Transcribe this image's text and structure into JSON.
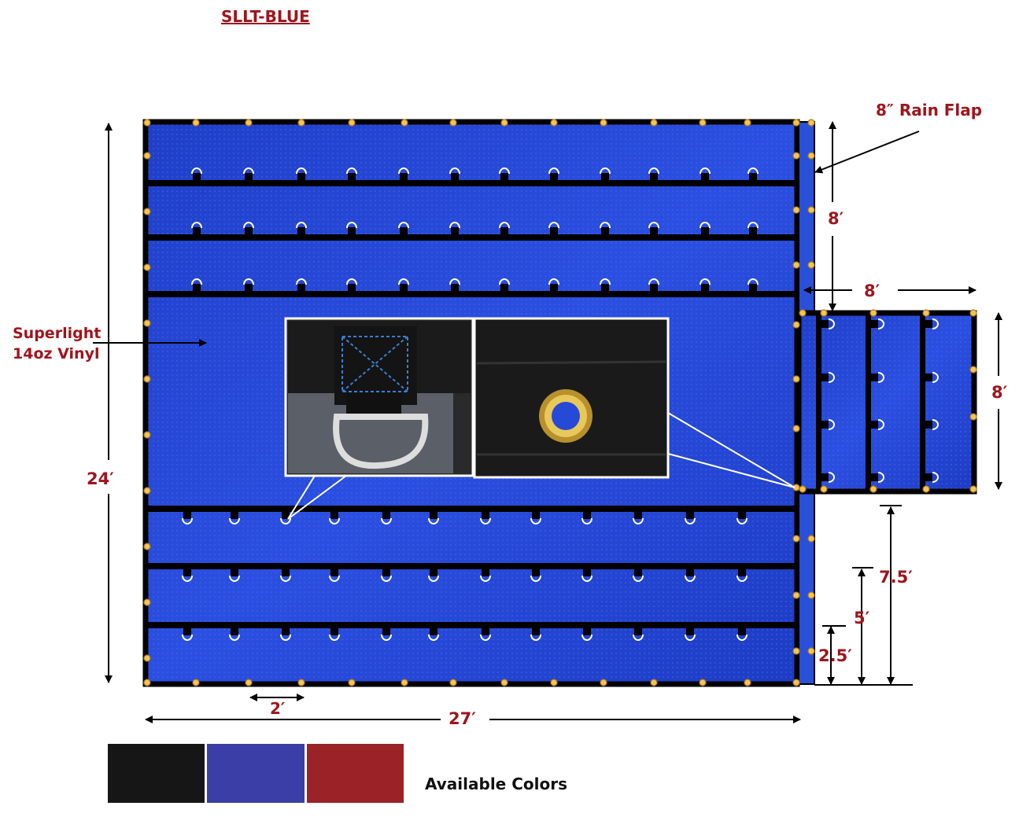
{
  "title": "SLLT-BLUE",
  "labels": {
    "rain_flap": "8″ Rain Flap",
    "material_line1": "Superlight",
    "material_line2": "14oz Vinyl",
    "height_main": "24′",
    "width_main": "27′",
    "ring_spacing": "2′",
    "flap_height": "8′",
    "side_width": "8′",
    "side_height": "8′",
    "drop_75": "7.5′",
    "drop_5": "5′",
    "drop_25": "2.5′"
  },
  "colors": {
    "label": "Available Colors",
    "swatches": [
      {
        "name": "black",
        "hex": "#161616"
      },
      {
        "name": "blue",
        "hex": "#3a3ea6"
      },
      {
        "name": "red",
        "hex": "#9b2327"
      }
    ],
    "tarp_blue": "#2346d0",
    "text_red": "#a0141b"
  }
}
